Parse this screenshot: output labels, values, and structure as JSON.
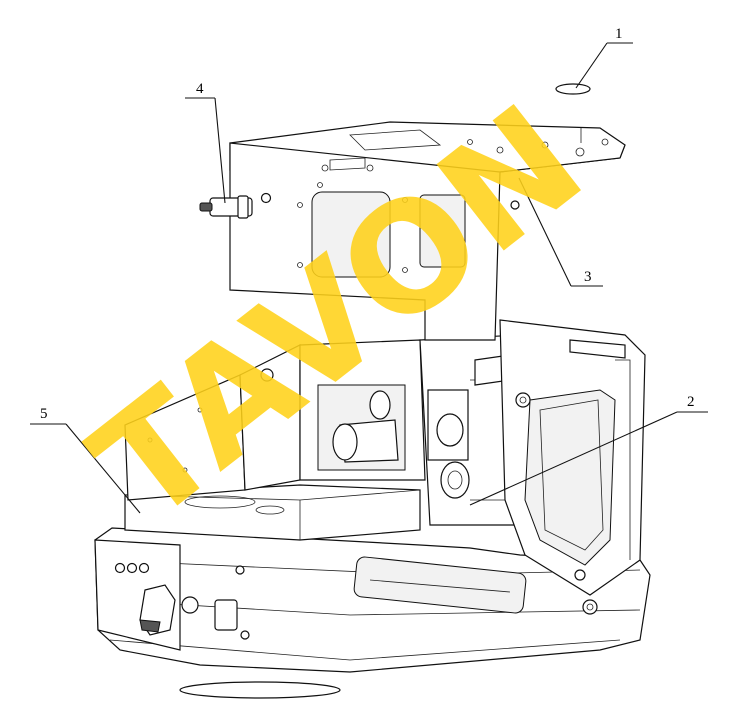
{
  "callouts": [
    {
      "label": "1"
    },
    {
      "label": "2"
    },
    {
      "label": "3"
    },
    {
      "label": "4"
    },
    {
      "label": "5"
    }
  ],
  "watermark": "TAVON",
  "colors": {
    "watermark": "#ffd21a",
    "line": "#111111",
    "background": "#ffffff"
  }
}
